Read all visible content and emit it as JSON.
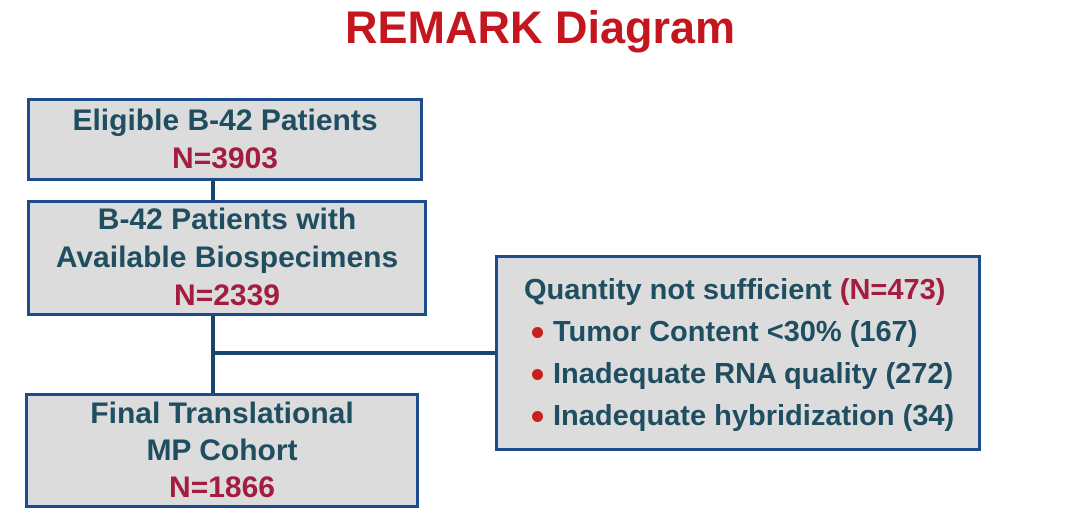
{
  "title": "REMARK Diagram",
  "colors": {
    "title_red": "#C4161E",
    "teal": "#1F4E61",
    "crimson": "#A31D40",
    "border_blue": "#1E4B8C",
    "connector_blue": "#17466E",
    "box_fill": "#DCDCDC",
    "bullet_red": "#C9201D",
    "background": "#FFFFFF"
  },
  "flow": {
    "eligible": {
      "line1": "Eligible B-42 Patients",
      "n": "N=3903"
    },
    "biospecimens": {
      "line1": "B-42 Patients with",
      "line2": "Available Biospecimens",
      "n": "N=2339"
    },
    "final": {
      "line1": "Final Translational",
      "line2": "MP Cohort",
      "n": "N=1866"
    },
    "exclusion": {
      "heading": "Quantity not sufficient",
      "heading_n": "(N=473)",
      "bullets": [
        "Tumor Content <30% (167)",
        "Inadequate RNA quality (272)",
        "Inadequate hybridization (34)"
      ]
    }
  }
}
